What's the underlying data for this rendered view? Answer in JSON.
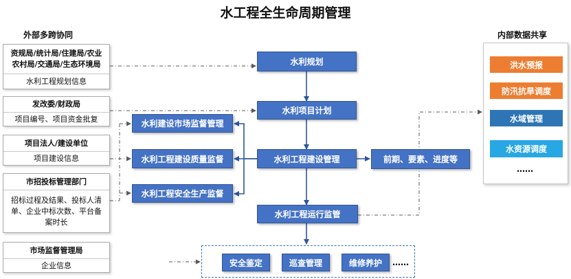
{
  "title": "水工程全生命周期管理",
  "external": {
    "label": "外部多跨协同",
    "boxes": [
      {
        "head_lines": [
          "资规局/统计局/住建局/农业",
          "农村局/交通局/生态环境局"
        ],
        "body": "水利工程规划信息"
      },
      {
        "head_lines": [
          "发改委/财政局"
        ],
        "body": "项目编号、项目资金批复"
      },
      {
        "head_lines": [
          "项目法人/建设单位"
        ],
        "body": "项目建设信息"
      },
      {
        "head_lines": [
          "市招投标管理部门"
        ],
        "body_lines": [
          "招标过程及结果、投标人清",
          "单、企业中标次数、平台备",
          "案时长"
        ]
      },
      {
        "head_lines": [
          "市场监督管理局"
        ],
        "body": "企业信息"
      }
    ]
  },
  "flow": {
    "planning": "水利规划",
    "project_plan": "水利项目计划",
    "construction": "水利工程建设管理",
    "operation": "水利工程运行监管",
    "details": "前期、要素、进度等"
  },
  "supervision": {
    "market": "水利建设市场监督管理",
    "quality": "水利工程建设质量监督",
    "safety": "水利工程安全生产监督"
  },
  "bottom": {
    "items": [
      "安全鉴定",
      "巡查管理",
      "维修养护"
    ],
    "more": "……"
  },
  "internal": {
    "label": "内部数据共享",
    "items": [
      {
        "label": "洪水预报",
        "color": "#ed7d31"
      },
      {
        "label": "防汛抗旱调度",
        "color": "#ed7d31"
      },
      {
        "label": "水域管理",
        "color": "#2e75b6"
      },
      {
        "label": "水资源调度",
        "color": "#27a7e3"
      }
    ],
    "more": "……"
  },
  "colors": {
    "primary_blue": "#4472c4",
    "arrow_blue": "#2f5597",
    "dash_gray": "#595959"
  }
}
